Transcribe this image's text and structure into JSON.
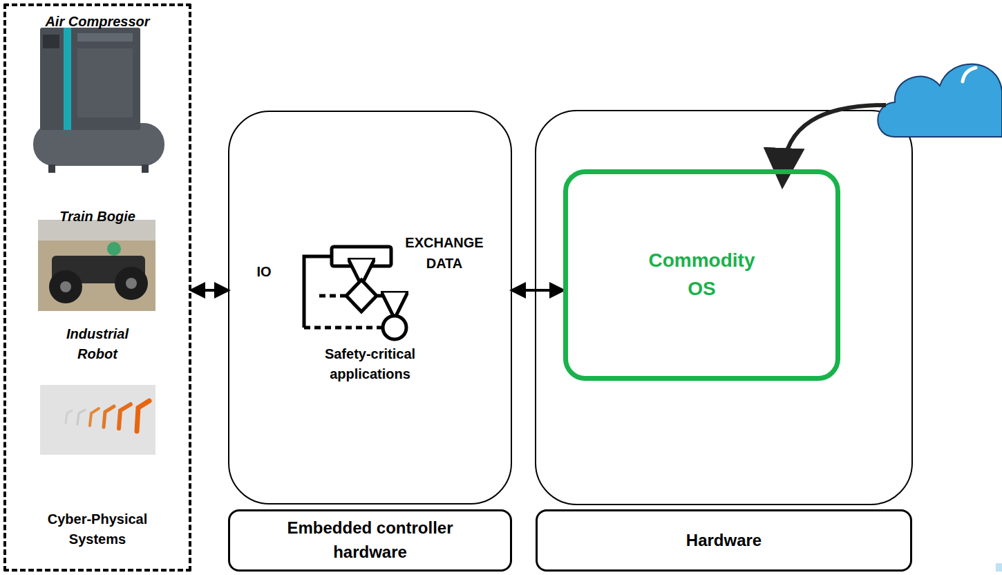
{
  "diagram": {
    "nodes": [
      {
        "text": [
          "Air Compressor",
          "Train Bogie",
          "Industrial Robot",
          "Cyber-Physical Systems"
        ]
      },
      {
        "text": [
          "Safety-critical applications"
        ]
      },
      {
        "text": [
          "Commodity OS"
        ]
      },
      {
        "text": [
          "Embedded controller hardware"
        ]
      },
      {
        "text": [
          "Hardware"
        ]
      }
    ],
    "edges": [
      {
        "from": 0,
        "to": 1,
        "label": "IO",
        "arrow": "both"
      },
      {
        "from": 1,
        "to": 2,
        "label": "EXCHANGE DATA",
        "arrow": "both"
      }
    ]
  }
}
